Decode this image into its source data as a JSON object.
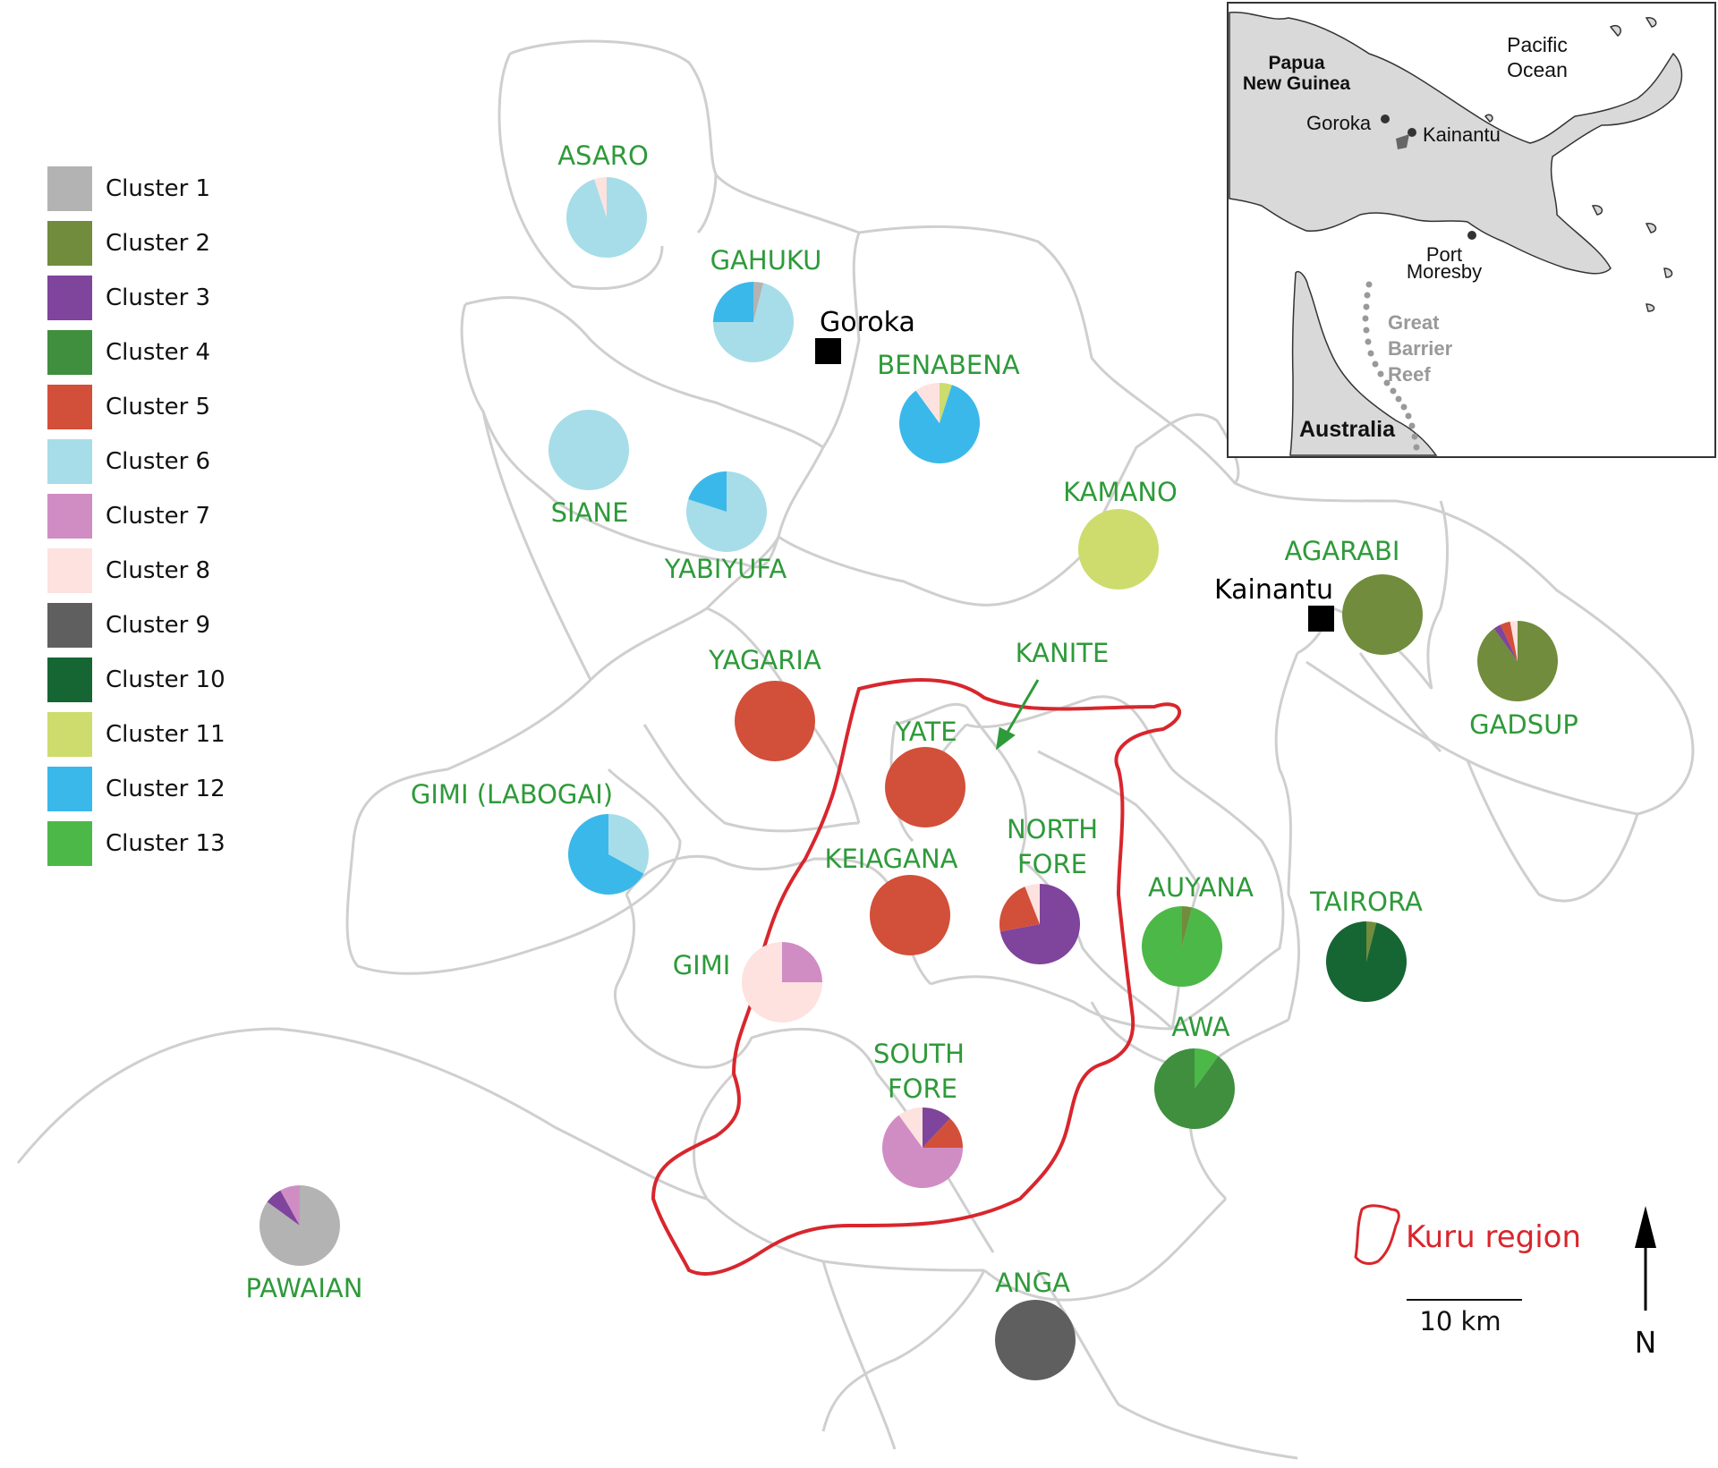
{
  "legend": [
    {
      "label": "Cluster 1",
      "color": "#b3b3b3"
    },
    {
      "label": "Cluster 2",
      "color": "#708c3c"
    },
    {
      "label": "Cluster 3",
      "color": "#7f449c"
    },
    {
      "label": "Cluster 4",
      "color": "#3f8f3f"
    },
    {
      "label": "Cluster 5",
      "color": "#d24f3a"
    },
    {
      "label": "Cluster 6",
      "color": "#a6dde8"
    },
    {
      "label": "Cluster 7",
      "color": "#d08dc4"
    },
    {
      "label": "Cluster 8",
      "color": "#fde2e0"
    },
    {
      "label": "Cluster 9",
      "color": "#5f5f5f"
    },
    {
      "label": "Cluster 10",
      "color": "#166634"
    },
    {
      "label": "Cluster 11",
      "color": "#cddc6d"
    },
    {
      "label": "Cluster 12",
      "color": "#3bb8ea"
    },
    {
      "label": "Cluster 13",
      "color": "#4cb848"
    }
  ],
  "populations": [
    {
      "name": "ASARO",
      "composition": {
        "Cluster 6": 0.95,
        "Cluster 8": 0.05
      }
    },
    {
      "name": "GAHUKU",
      "composition": {
        "Cluster 1": 0.04,
        "Cluster 6": 0.71,
        "Cluster 12": 0.25
      }
    },
    {
      "name": "BENABENA",
      "composition": {
        "Cluster 11": 0.05,
        "Cluster 12": 0.85,
        "Cluster 8": 0.1
      }
    },
    {
      "name": "SIANE",
      "composition": {
        "Cluster 6": 1.0
      }
    },
    {
      "name": "YABIYUFA",
      "composition": {
        "Cluster 6": 0.8,
        "Cluster 12": 0.2
      }
    },
    {
      "name": "KAMANO",
      "composition": {
        "Cluster 11": 1.0
      }
    },
    {
      "name": "AGARABI",
      "composition": {
        "Cluster 2": 1.0
      }
    },
    {
      "name": "GADSUP",
      "composition": {
        "Cluster 2": 0.9,
        "Cluster 3": 0.03,
        "Cluster 5": 0.04,
        "Cluster 8": 0.03
      }
    },
    {
      "name": "YAGARIA",
      "composition": {
        "Cluster 5": 1.0
      }
    },
    {
      "name": "KANITE",
      "composition": {}
    },
    {
      "name": "YATE",
      "composition": {
        "Cluster 5": 1.0
      }
    },
    {
      "name": "GIMI (LABOGAI)",
      "composition": {
        "Cluster 6": 0.33,
        "Cluster 12": 0.67
      }
    },
    {
      "name": "KEIAGANA",
      "composition": {
        "Cluster 5": 1.0
      }
    },
    {
      "name": "NORTH FORE",
      "composition": {
        "Cluster 3": 0.72,
        "Cluster 5": 0.22,
        "Cluster 8": 0.06
      }
    },
    {
      "name": "AUYANA",
      "composition": {
        "Cluster 2": 0.04,
        "Cluster 13": 0.96
      }
    },
    {
      "name": "TAIRORA",
      "composition": {
        "Cluster 2": 0.04,
        "Cluster 10": 0.96
      }
    },
    {
      "name": "GIMI",
      "composition": {
        "Cluster 7": 0.25,
        "Cluster 8": 0.75
      }
    },
    {
      "name": "AWA",
      "composition": {
        "Cluster 13": 0.1,
        "Cluster 4": 0.9
      }
    },
    {
      "name": "SOUTH FORE",
      "composition": {
        "Cluster 3": 0.12,
        "Cluster 5": 0.13,
        "Cluster 7": 0.65,
        "Cluster 8": 0.1
      }
    },
    {
      "name": "PAWAIAN",
      "composition": {
        "Cluster 1": 0.85,
        "Cluster 3": 0.07,
        "Cluster 7": 0.08
      }
    },
    {
      "name": "ANGA",
      "composition": {
        "Cluster 9": 1.0
      }
    }
  ],
  "towns": [
    "Goroka",
    "Kainantu"
  ],
  "inset": {
    "country": [
      "Papua",
      "New Guinea"
    ],
    "ocean": [
      "Pacific",
      "Ocean"
    ],
    "cities": [
      "Goroka",
      "Kainantu",
      "Port",
      "Moresby"
    ],
    "reef": [
      "Great",
      "Barrier",
      "Reef"
    ],
    "continent": "Australia"
  },
  "kuru_label": "Kuru region",
  "scale_label": "10 km",
  "north_label": "N",
  "colors": {
    "boundary": "#cfcfcf",
    "kuru": "#d8262d",
    "label_green": "#2e9a3a"
  }
}
